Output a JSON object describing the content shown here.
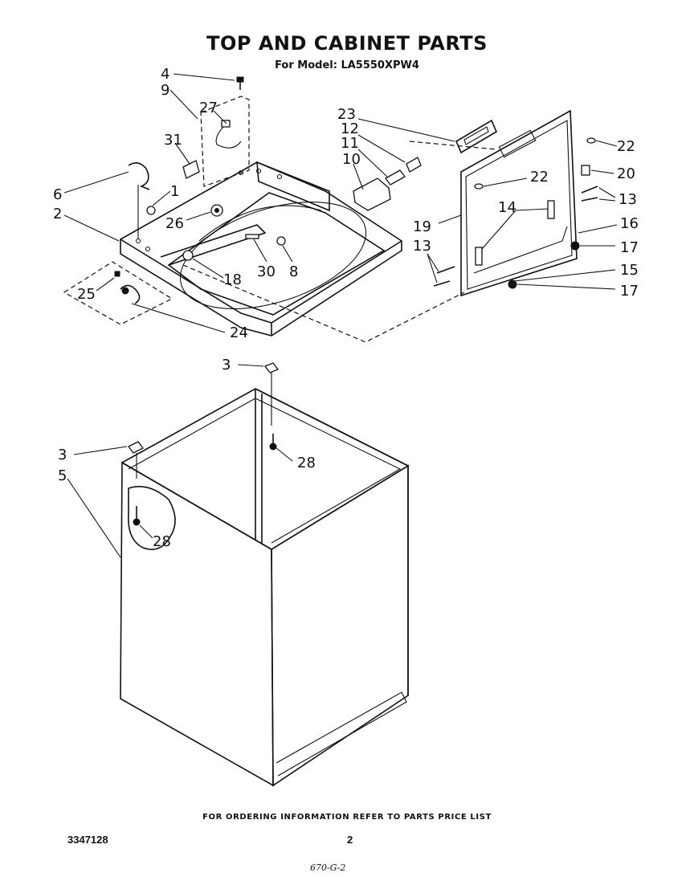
{
  "header": {
    "title": "TOP AND CABINET PARTS",
    "subtitle": "For Model: LA5550XPW4"
  },
  "callouts": [
    "4",
    "9",
    "27",
    "31",
    "6",
    "1",
    "2",
    "26",
    "25",
    "24",
    "18",
    "30",
    "8",
    "23",
    "12",
    "11",
    "10",
    "22",
    "20",
    "13",
    "19",
    "14",
    "16",
    "17",
    "15",
    "3",
    "28",
    "5"
  ],
  "footer": {
    "note": "FOR ORDERING INFORMATION REFER TO PARTS PRICE LIST",
    "doc_number": "3347128",
    "page_number": "2",
    "handwritten": "670-G-2"
  }
}
